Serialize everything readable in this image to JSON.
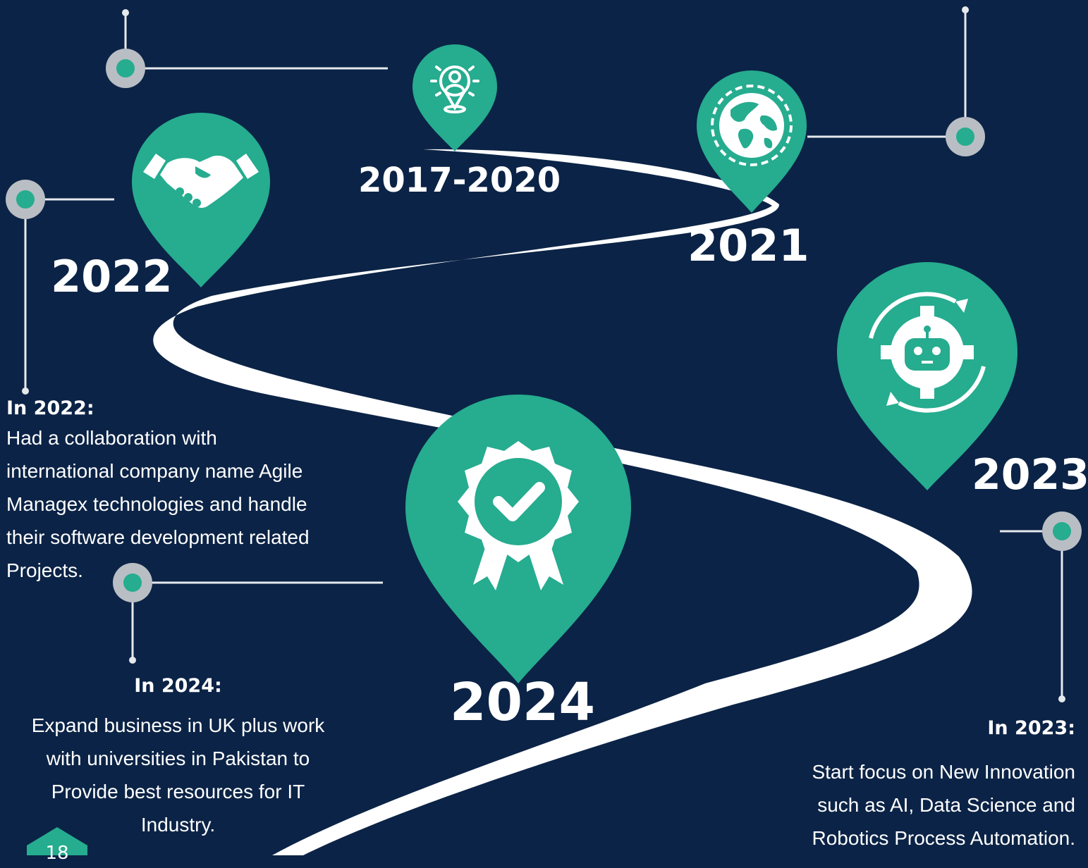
{
  "colors": {
    "background": "#0b2346",
    "accent": "#26ac8f",
    "road": "#ffffff",
    "node_ring": "#b9bec4",
    "connector": "#e6e9ec"
  },
  "milestones": [
    {
      "id": "2017-2020",
      "year": "2017-2020",
      "icon": "location-person-icon"
    },
    {
      "id": "2021",
      "year": "2021",
      "icon": "globe-icon"
    },
    {
      "id": "2022",
      "year": "2022",
      "icon": "handshake-icon"
    },
    {
      "id": "2023",
      "year": "2023",
      "icon": "robot-gear-icon"
    },
    {
      "id": "2024",
      "year": "2024",
      "icon": "award-badge-icon"
    }
  ],
  "notes": {
    "n2022": {
      "heading": "In 2022:",
      "lines": [
        "Had a collaboration with",
        "international company name Agile",
        "Managex technologies and handle",
        "their software development related",
        "Projects."
      ]
    },
    "n2024": {
      "heading": "In 2024:",
      "lines": [
        "Expand business in UK plus work",
        "with universities in Pakistan to",
        "Provide best resources for IT",
        "Industry."
      ]
    },
    "n2023": {
      "heading": "In 2023:",
      "lines": [
        "Start focus on New Innovation",
        "such as AI, Data Science and",
        "Robotics Process Automation."
      ]
    }
  },
  "page_number": "18"
}
